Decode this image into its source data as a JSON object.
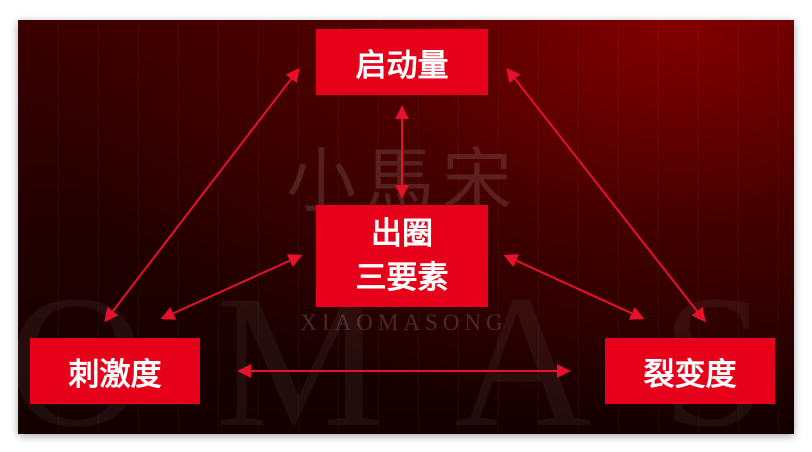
{
  "nodes": {
    "top": "启动量",
    "center_line1": "出圈",
    "center_line2": "三要素",
    "left": "刺激度",
    "right": "裂变度"
  },
  "watermark": {
    "chinese": "小馬宋",
    "english": "XIAOMASONG",
    "background_letters": "OMAS"
  },
  "colors": {
    "node_fill": "#e6001a",
    "arrow": "#e8102a",
    "background": "#1f0000"
  },
  "connections": [
    {
      "from": "top",
      "to": "center",
      "style": "double-arrow"
    },
    {
      "from": "top",
      "to": "left",
      "style": "double-arrow"
    },
    {
      "from": "top",
      "to": "right",
      "style": "double-arrow"
    },
    {
      "from": "center",
      "to": "left",
      "style": "double-arrow"
    },
    {
      "from": "center",
      "to": "right",
      "style": "double-arrow"
    },
    {
      "from": "left",
      "to": "right",
      "style": "double-arrow"
    }
  ]
}
